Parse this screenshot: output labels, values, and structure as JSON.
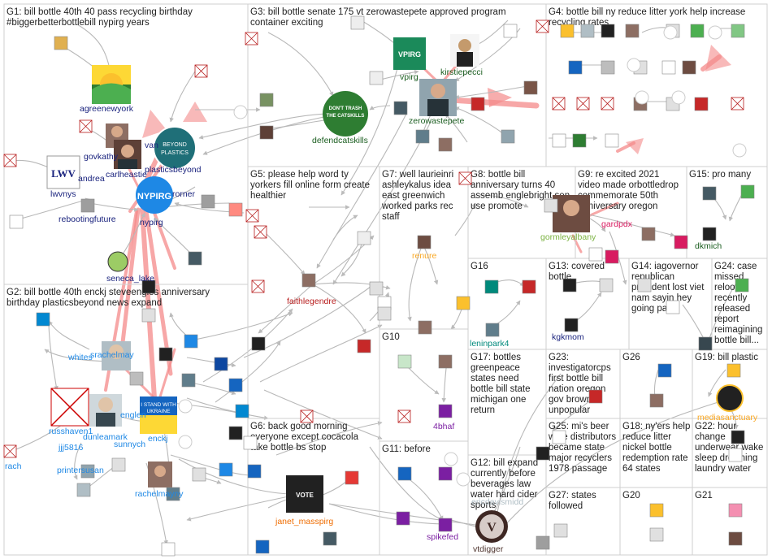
{
  "groups": [
    {
      "id": "G1",
      "title": [
        "G1: bill bottle 40th 40 pass recycling birthday",
        "#biggerbetterbottlebill nypirg years"
      ]
    },
    {
      "id": "G2",
      "title": [
        "G2: bill bottle 40th enckj steveengles anniversary",
        "birthday plasticsbeyond news expand"
      ]
    },
    {
      "id": "G3",
      "title": [
        "G3: bill bottle senate 175 vt zerowastepete approved program",
        "container exciting"
      ]
    },
    {
      "id": "G4",
      "title": [
        "G4: bottle bill ny reduce litter york help increase",
        "recycling rates"
      ]
    },
    {
      "id": "G5",
      "title": [
        "G5: please help word ty",
        "yorkers fill online form create",
        "healthier"
      ]
    },
    {
      "id": "G6",
      "title": [
        "G6: back good morning",
        "everyone except cocacola",
        "take bottle bs stop"
      ]
    },
    {
      "id": "G7",
      "title": [
        "G7: well laurieinri",
        "ashleykalus idea",
        "east greenwich",
        "worked parks rec",
        "staff"
      ]
    },
    {
      "id": "G8",
      "title": [
        "G8: bottle bill",
        "anniversary turns 40",
        "assemb englebright sen",
        "use promote"
      ]
    },
    {
      "id": "G9",
      "title": [
        "G9: re excited 2021",
        "video made orbottledrop",
        "commemorate 50th",
        "anniversary oregon"
      ]
    },
    {
      "id": "G10",
      "title": [
        "G10"
      ]
    },
    {
      "id": "G11",
      "title": [
        "G11: before"
      ]
    },
    {
      "id": "G12",
      "title": [
        "G12: bill expand",
        "currently before",
        "beverages law",
        "water hard cider",
        "sports"
      ]
    },
    {
      "id": "G13",
      "title": [
        "G13: covered",
        "bottle"
      ]
    },
    {
      "id": "G14",
      "title": [
        "G14: iagovernor",
        "republican",
        "president lost viet",
        "nam sayin hey",
        "going pass"
      ]
    },
    {
      "id": "G15",
      "title": [
        "G15: pro many"
      ]
    },
    {
      "id": "G16",
      "title": [
        "G16"
      ]
    },
    {
      "id": "G17",
      "title": [
        "G17: bottles",
        "greenpeace",
        "states need",
        "bottle bill state",
        "michigan one",
        "return"
      ]
    },
    {
      "id": "G18",
      "title": [
        "G18: ny'ers help",
        "reduce litter",
        "nickel bottle",
        "redemption rate",
        "64 states"
      ]
    },
    {
      "id": "G19",
      "title": [
        "G19: bill plastic"
      ]
    },
    {
      "id": "G20",
      "title": [
        "G20"
      ]
    },
    {
      "id": "G21",
      "title": [
        "G21"
      ]
    },
    {
      "id": "G22",
      "title": [
        "G22: hour",
        "change",
        "underwear wake",
        "sleep drowning",
        "laundry water"
      ]
    },
    {
      "id": "G23",
      "title": [
        "G23:",
        "investigatorcps",
        "first bottle bill",
        "nation oregon",
        "gov brown",
        "unpopular"
      ]
    },
    {
      "id": "G24",
      "title": [
        "G24: case",
        "missed",
        "reloop",
        "recently",
        "released",
        "report",
        "reimagining",
        "bottle bill..."
      ]
    },
    {
      "id": "G25",
      "title": [
        "G25: mi's beer",
        "wine distributors",
        "became state",
        "major recyclers",
        "1978 passage"
      ]
    },
    {
      "id": "G26",
      "title": [
        "G26"
      ]
    },
    {
      "id": "G27",
      "title": [
        "G27: states",
        "followed"
      ]
    }
  ],
  "nodes": [
    {
      "label": "agreenewyork",
      "color": "#1a237e"
    },
    {
      "label": "govkathy",
      "color": "#1a237e"
    },
    {
      "label": "carlheastie",
      "color": "#1a237e"
    },
    {
      "label": "plasticsbeyond",
      "color": "#1a237e"
    },
    {
      "label": "andrea",
      "color": "#1a237e"
    },
    {
      "label": "lwvnys",
      "color": "#1a237e"
    },
    {
      "label": "rebootingfuture",
      "color": "#1a237e"
    },
    {
      "label": "nypirg",
      "color": "#1a237e"
    },
    {
      "label": "seneca_lake",
      "color": "#1a237e"
    },
    {
      "label": "rorner",
      "color": "#1a237e"
    },
    {
      "label": "van",
      "color": "#1a237e"
    },
    {
      "label": "vpirg",
      "color": "#1b5e20"
    },
    {
      "label": "kirstiepecci",
      "color": "#1b5e20"
    },
    {
      "label": "zerowastepete",
      "color": "#1b5e20"
    },
    {
      "label": "defendcatskills",
      "color": "#1b5e20"
    },
    {
      "label": "srachelmay",
      "color": "#1e88e5"
    },
    {
      "label": "whites",
      "color": "#1e88e5"
    },
    {
      "label": "russhaven1",
      "color": "#1e88e5"
    },
    {
      "label": "jjj5816",
      "color": "#1e88e5"
    },
    {
      "label": "dunleamark",
      "color": "#1e88e5"
    },
    {
      "label": "sunnych",
      "color": "#1e88e5"
    },
    {
      "label": "enckj",
      "color": "#1e88e5"
    },
    {
      "label": "englen",
      "color": "#1e88e5"
    },
    {
      "label": "printersusan",
      "color": "#1e88e5"
    },
    {
      "label": "rachelmayny",
      "color": "#1e88e5"
    },
    {
      "label": "rach",
      "color": "#1e88e5"
    },
    {
      "label": "faithlegendre",
      "color": "#b71c1c"
    },
    {
      "label": "janet_masspirg",
      "color": "#ef6c00"
    },
    {
      "label": "renure",
      "color": "#f9a825"
    },
    {
      "label": "gormleyalbany",
      "color": "#7cb342"
    },
    {
      "label": "gardpdx",
      "color": "#d81b60"
    },
    {
      "label": "dkmich",
      "color": "#1b5e20"
    },
    {
      "label": "leninpark4",
      "color": "#00897b"
    },
    {
      "label": "kgkmom",
      "color": "#1a237e"
    },
    {
      "label": "4bhaf",
      "color": "#7b1fa2"
    },
    {
      "label": "spikefed",
      "color": "#7b1fa2"
    },
    {
      "label": "ericdavismidd",
      "color": "#b0bec5"
    },
    {
      "label": "vtdigger",
      "color": "#4e342e"
    },
    {
      "label": "mediasanctuary",
      "color": "#f9a825"
    }
  ]
}
